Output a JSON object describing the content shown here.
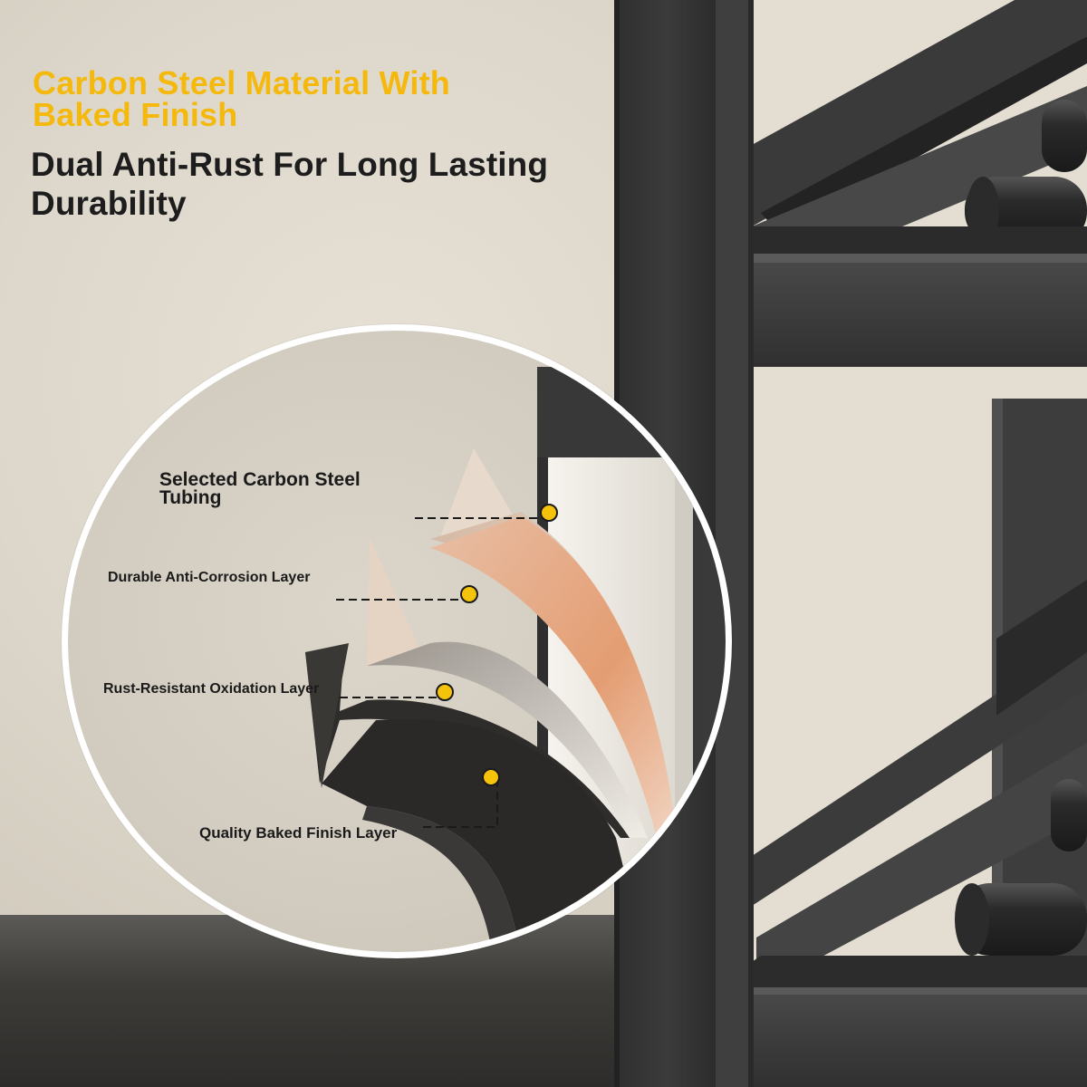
{
  "headline": {
    "line1": "Carbon Steel Material With Baked Finish",
    "line2": "Dual Anti-Rust For Long Lasting Durability"
  },
  "layers": [
    {
      "label_line1": "Selected Carbon Steel",
      "label_line2": "Tubing"
    },
    {
      "label": "Durable Anti-Corrosion Layer"
    },
    {
      "label": "Rust-Resistant Oxidation Layer"
    },
    {
      "label": "Quality Baked Finish Layer"
    }
  ],
  "colors": {
    "accent": "#f5b80c",
    "headline_dark": "#1d1d1d",
    "steel": "#3a3a3a",
    "background": "#ddd7cb",
    "copper_layer": "#e6a884",
    "white_layer": "#f0ede6",
    "circle_border": "#ffffff"
  }
}
